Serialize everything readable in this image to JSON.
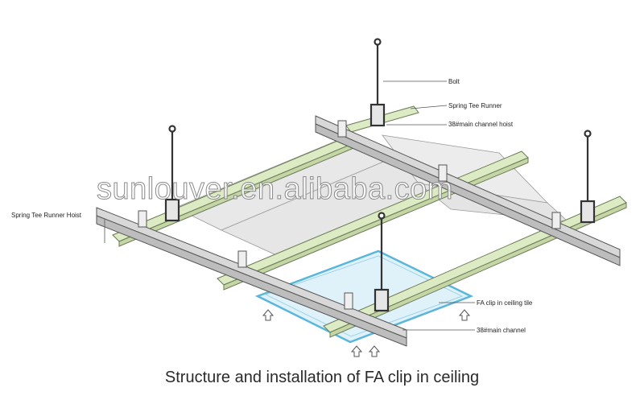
{
  "diagram": {
    "labels": {
      "bolt": "Bolt",
      "spring_tee_runner": "Spring Tee Runner",
      "main_channel_hoist": "38#main channel hoist",
      "spring_tee_runner_hoist": "Spring Tee Runner Hoist",
      "fa_clip": "FA clip in ceiling tile",
      "main_channel": "38#main channel"
    },
    "caption": "Structure and installation of  FA clip in ceiling",
    "watermark": "sunlouver.en.alibaba.com",
    "colors": {
      "runner_fill": "#dcebc4",
      "runner_stroke": "#6b7a55",
      "channel_fill": "#d8d8d8",
      "channel_stroke": "#555555",
      "panel_fill": "#e9e9e9",
      "tile_fill": "#dff2fa",
      "tile_stroke": "#5bb6dc"
    }
  }
}
